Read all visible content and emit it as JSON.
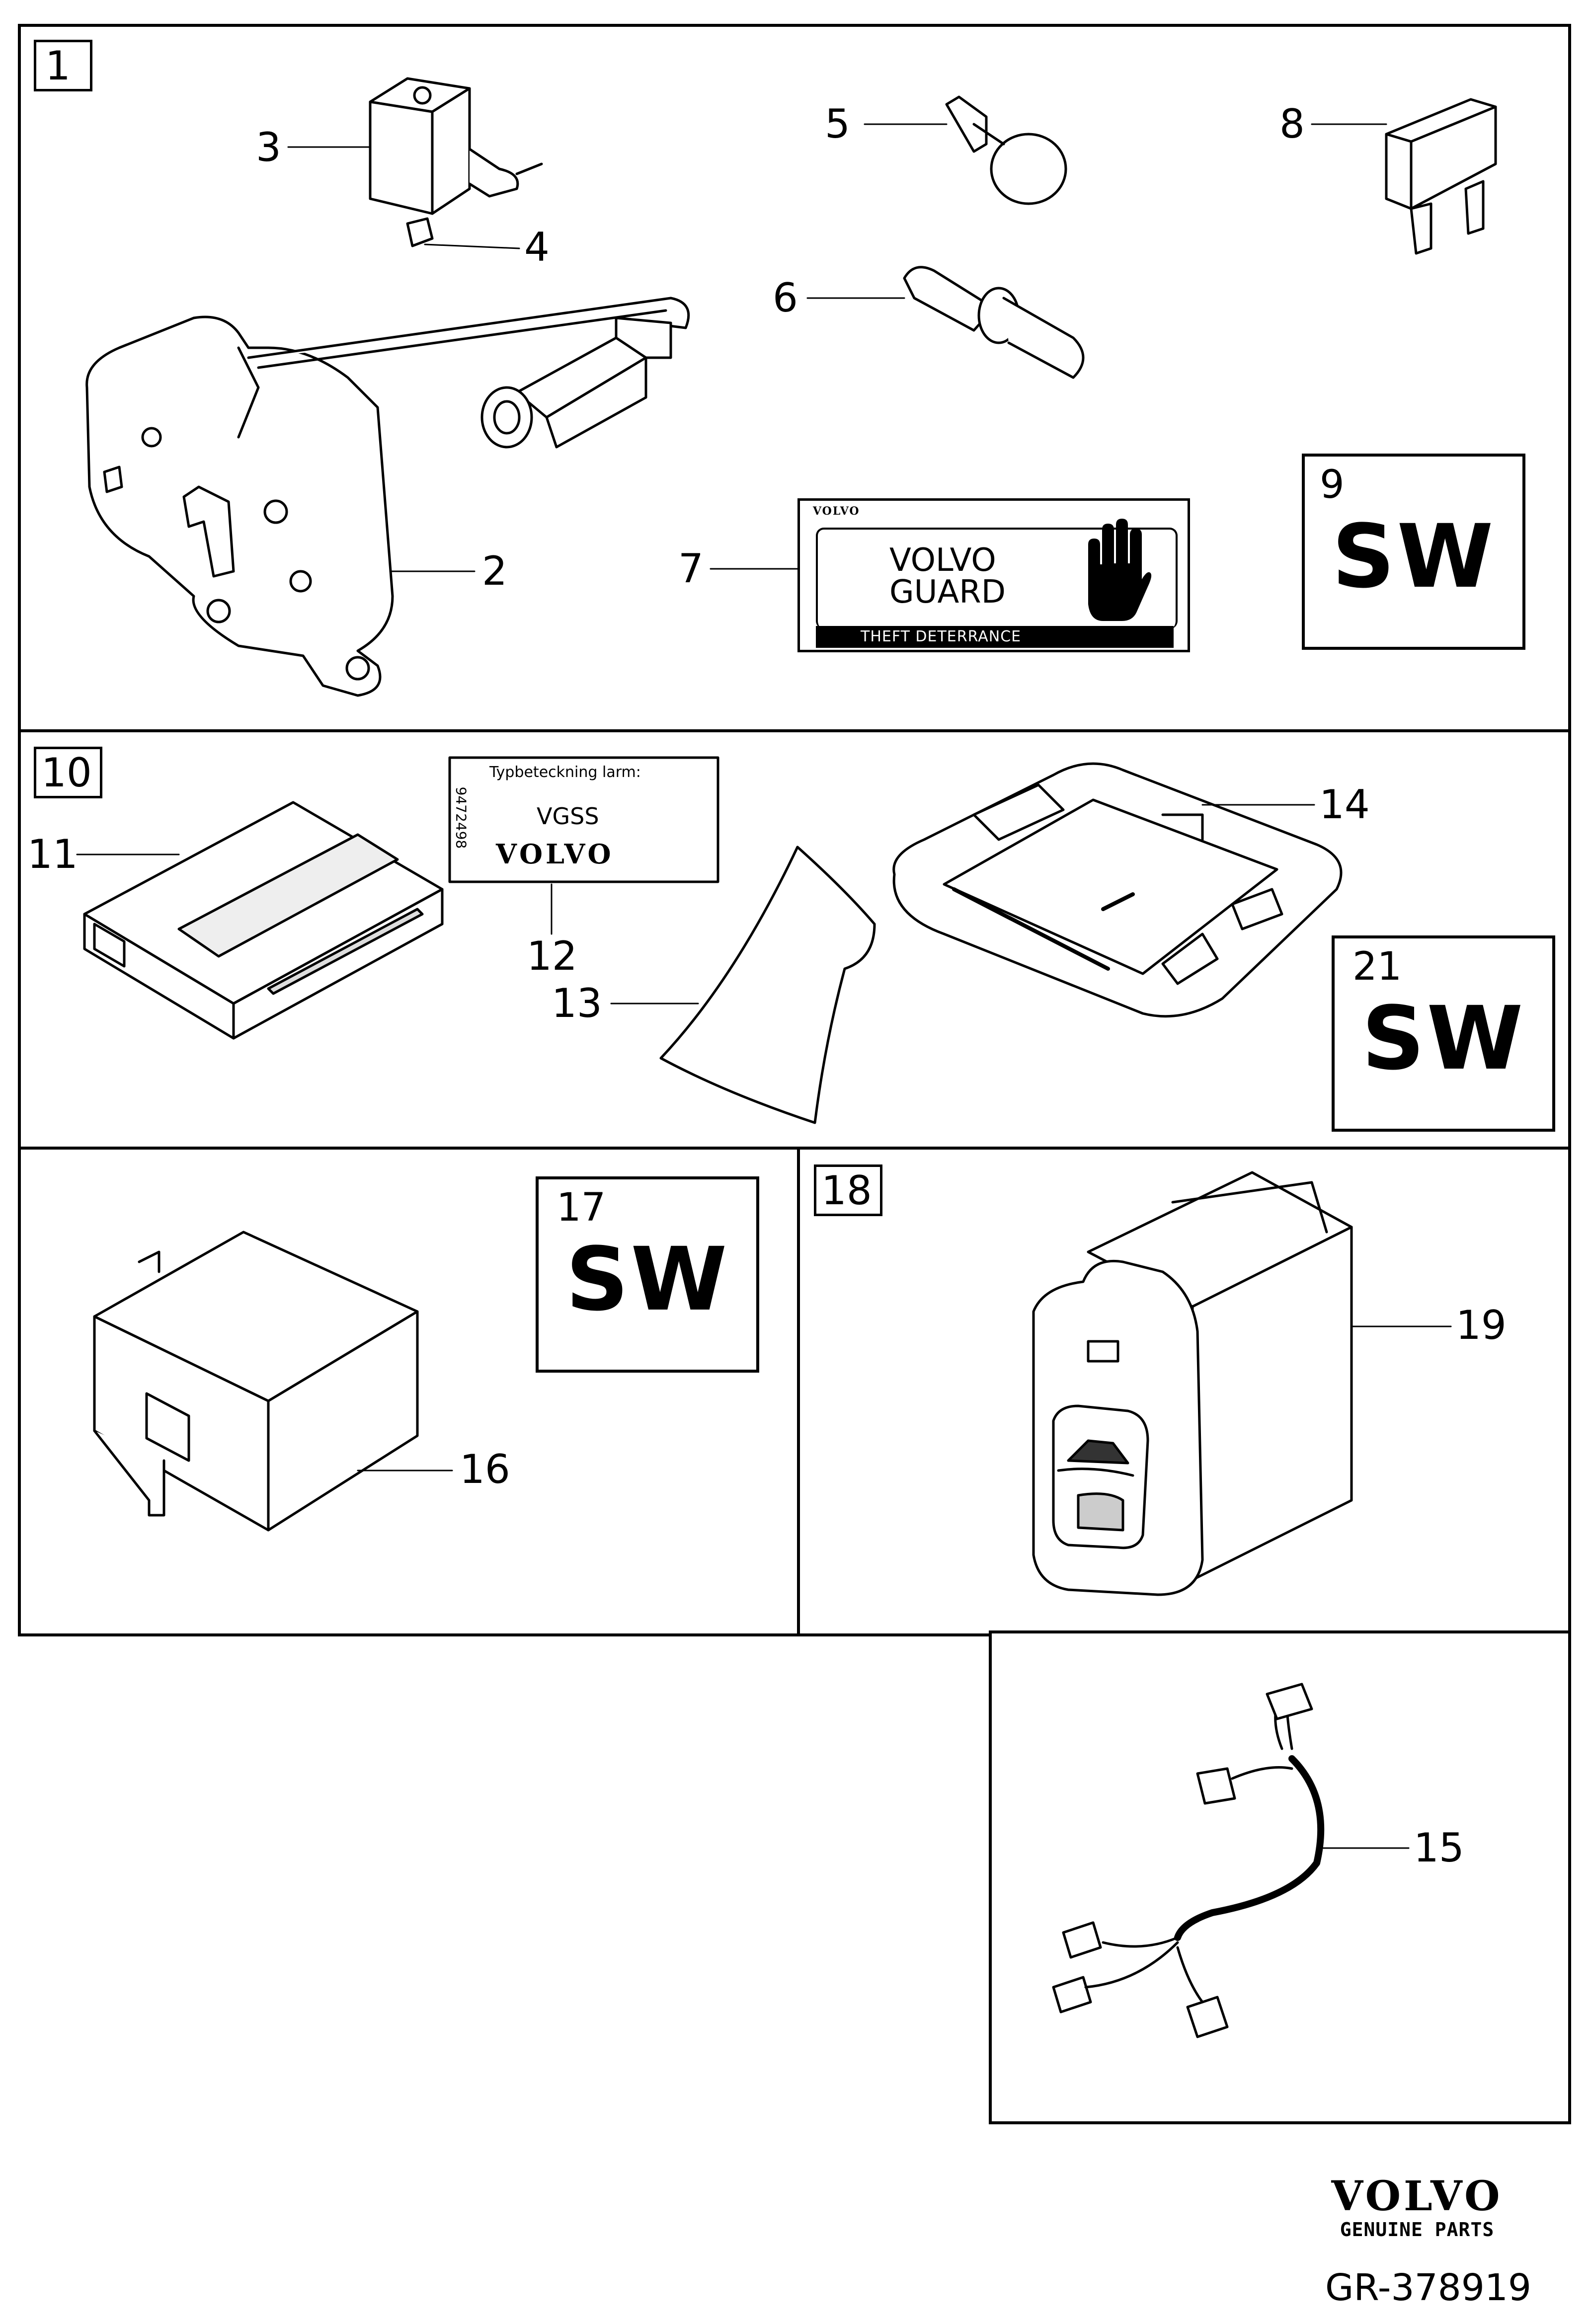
{
  "panels": [
    {
      "kit_label": "1"
    },
    {
      "kit_label": "10"
    },
    {
      "kit_label": ""
    },
    {
      "kit_label": "18"
    },
    {
      "kit_label": ""
    }
  ],
  "callouts": {
    "c2": "2",
    "c3": "3",
    "c4": "4",
    "c5": "5",
    "c6": "6",
    "c7": "7",
    "c8": "8",
    "c11": "11",
    "c12": "12",
    "c13": "13",
    "c14": "14",
    "c15": "15",
    "c16": "16",
    "c19": "19"
  },
  "software_badges": [
    {
      "number": "9",
      "text": "SW"
    },
    {
      "number": "21",
      "text": "SW"
    },
    {
      "number": "17",
      "text": "SW"
    }
  ],
  "decal": {
    "small_brand": "VOLVO",
    "title_line1": "VOLVO",
    "title_line2": "GUARD",
    "banner": "THEFT DETERRANCE",
    "icon": "raised-hand-icon"
  },
  "type_label": {
    "heading": "Typbeteckning larm:",
    "code": "VGSS",
    "side_number": "9472498",
    "brand": "VOLVO"
  },
  "footer": {
    "brand": "VOLVO",
    "tagline": "GENUINE PARTS",
    "reference": "GR-378919"
  },
  "colors": {
    "line": "#000000",
    "fill": "#ffffff",
    "shade": "#dcdcdc"
  }
}
